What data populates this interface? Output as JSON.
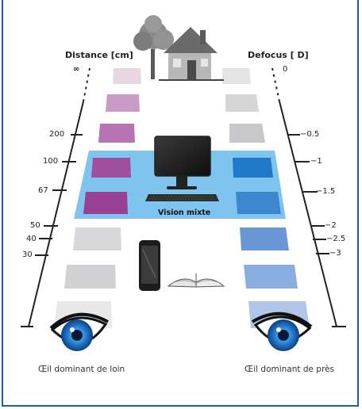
{
  "labels": {
    "distance_header": "Distance [cm]",
    "defocus_header": "Defocus [ D]",
    "vision_mixte": "Vision mixte",
    "left_eye_caption": "Œil dominant de loin",
    "right_eye_caption": "Œil dominant de près"
  },
  "left_scale": [
    "∞",
    "200",
    "100",
    "67",
    "50",
    "40",
    "30"
  ],
  "right_scale": [
    "0",
    "−0.5",
    "−1",
    "−1.5",
    "−2",
    "−2.5",
    "−3"
  ],
  "colors": {
    "frame_blue": "#1f5ea8",
    "mixed_zone": "#7ec4ef",
    "left_tiles": [
      "#e6d6e4",
      "#c89ac6",
      "#b674b4",
      "#a04e9e",
      "#9a3f96",
      "#d8d8da",
      "#d2d2d4",
      "#e8e8ea"
    ],
    "right_tiles": [
      "#e4e4e4",
      "#d6d6d8",
      "#c8c8ca",
      "#1f78c8",
      "#3f86d0",
      "#6a98d6",
      "#8aaee0",
      "#b0c6e8"
    ]
  },
  "icons": [
    "tree-icon",
    "house-icon",
    "monitor-icon",
    "keyboard-icon",
    "smartphone-icon",
    "book-icon",
    "eye-icon"
  ]
}
